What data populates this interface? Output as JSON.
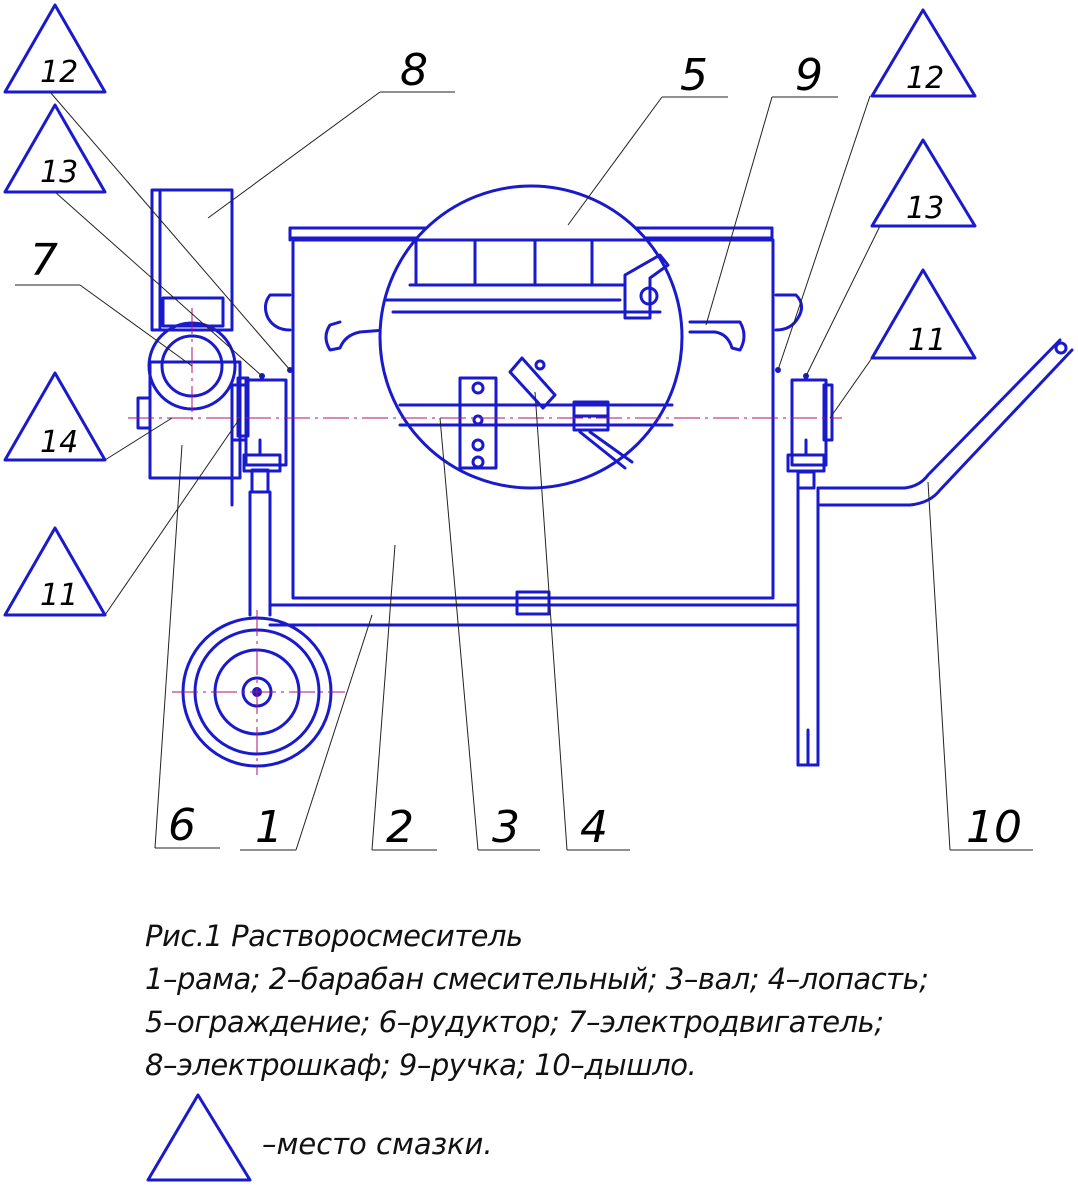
{
  "callouts": {
    "c1": "1",
    "c2": "2",
    "c3": "3",
    "c4": "4",
    "c5": "5",
    "c6": "6",
    "c7": "7",
    "c8": "8",
    "c9": "9",
    "c10": "10"
  },
  "lube_points": {
    "t12a": "12",
    "t13a": "13",
    "t14": "14",
    "t11a": "11",
    "t12b": "12",
    "t13b": "13",
    "t11b": "11"
  },
  "caption": {
    "title": "Рис.1 Растворосмеситель",
    "line1": "1–рама; 2–барабан смесительный; 3–вал; 4–лопасть;",
    "line2": "5–ограждение; 6–рудуктор; 7–электродвигатель;",
    "line3": "8–электрошкаф; 9–ручка; 10–дышло."
  },
  "legend": {
    "symbol_meaning": "–место смазки."
  },
  "colors": {
    "ink": "#1a1acd",
    "axis": "#b01070"
  }
}
